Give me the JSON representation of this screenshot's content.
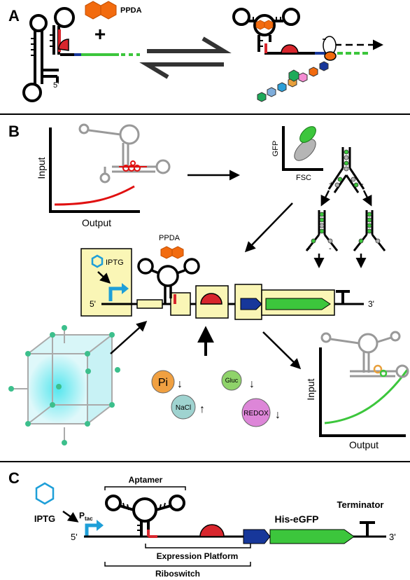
{
  "panels": {
    "a": {
      "letter": "A",
      "ligand": "PPDA",
      "plus": "+",
      "five_prime": "5'"
    },
    "b": {
      "letter": "B",
      "chart1": {
        "ylabel": "Input",
        "xlabel": "Output"
      },
      "facs": {
        "ylabel": "GFP",
        "xlabel": "FSC"
      },
      "sort_signs": [
        "+",
        "-",
        "+",
        "-"
      ],
      "ligand": "PPDA",
      "inducer": "IPTG",
      "five_prime": "5'",
      "three_prime": "3'",
      "factors": [
        {
          "label": "Pi",
          "arrow": "↓",
          "color": "#f0a041"
        },
        {
          "label": "Gluc",
          "arrow": "↓",
          "color": "#8fd36a"
        },
        {
          "label": "NaCl",
          "arrow": "↑",
          "color": "#9fd3d0"
        },
        {
          "label": "REDOX",
          "arrow": "↓",
          "color": "#dd86d8"
        }
      ],
      "chart2": {
        "ylabel": "Input",
        "xlabel": "Output"
      }
    },
    "c": {
      "letter": "C",
      "inducer": "IPTG",
      "promoter": "P",
      "promoter_sub": "tac",
      "aptamer": "Aptamer",
      "reporter": "His-eGFP",
      "terminator": "Terminator",
      "expression_platform": "Expression Platform",
      "riboswitch": "Riboswitch",
      "five_prime": "5'",
      "three_prime": "3'"
    }
  },
  "colors": {
    "ligand_orange": "#f26b0f",
    "rbs_red": "#d8262d",
    "gfp_green": "#3cc63c",
    "dark_blue": "#17379a",
    "promoter_blue": "#1e9fd8",
    "highlight_yellow": "#faf6b6",
    "curve_red": "#e01010",
    "curve_green": "#3cc63c"
  }
}
